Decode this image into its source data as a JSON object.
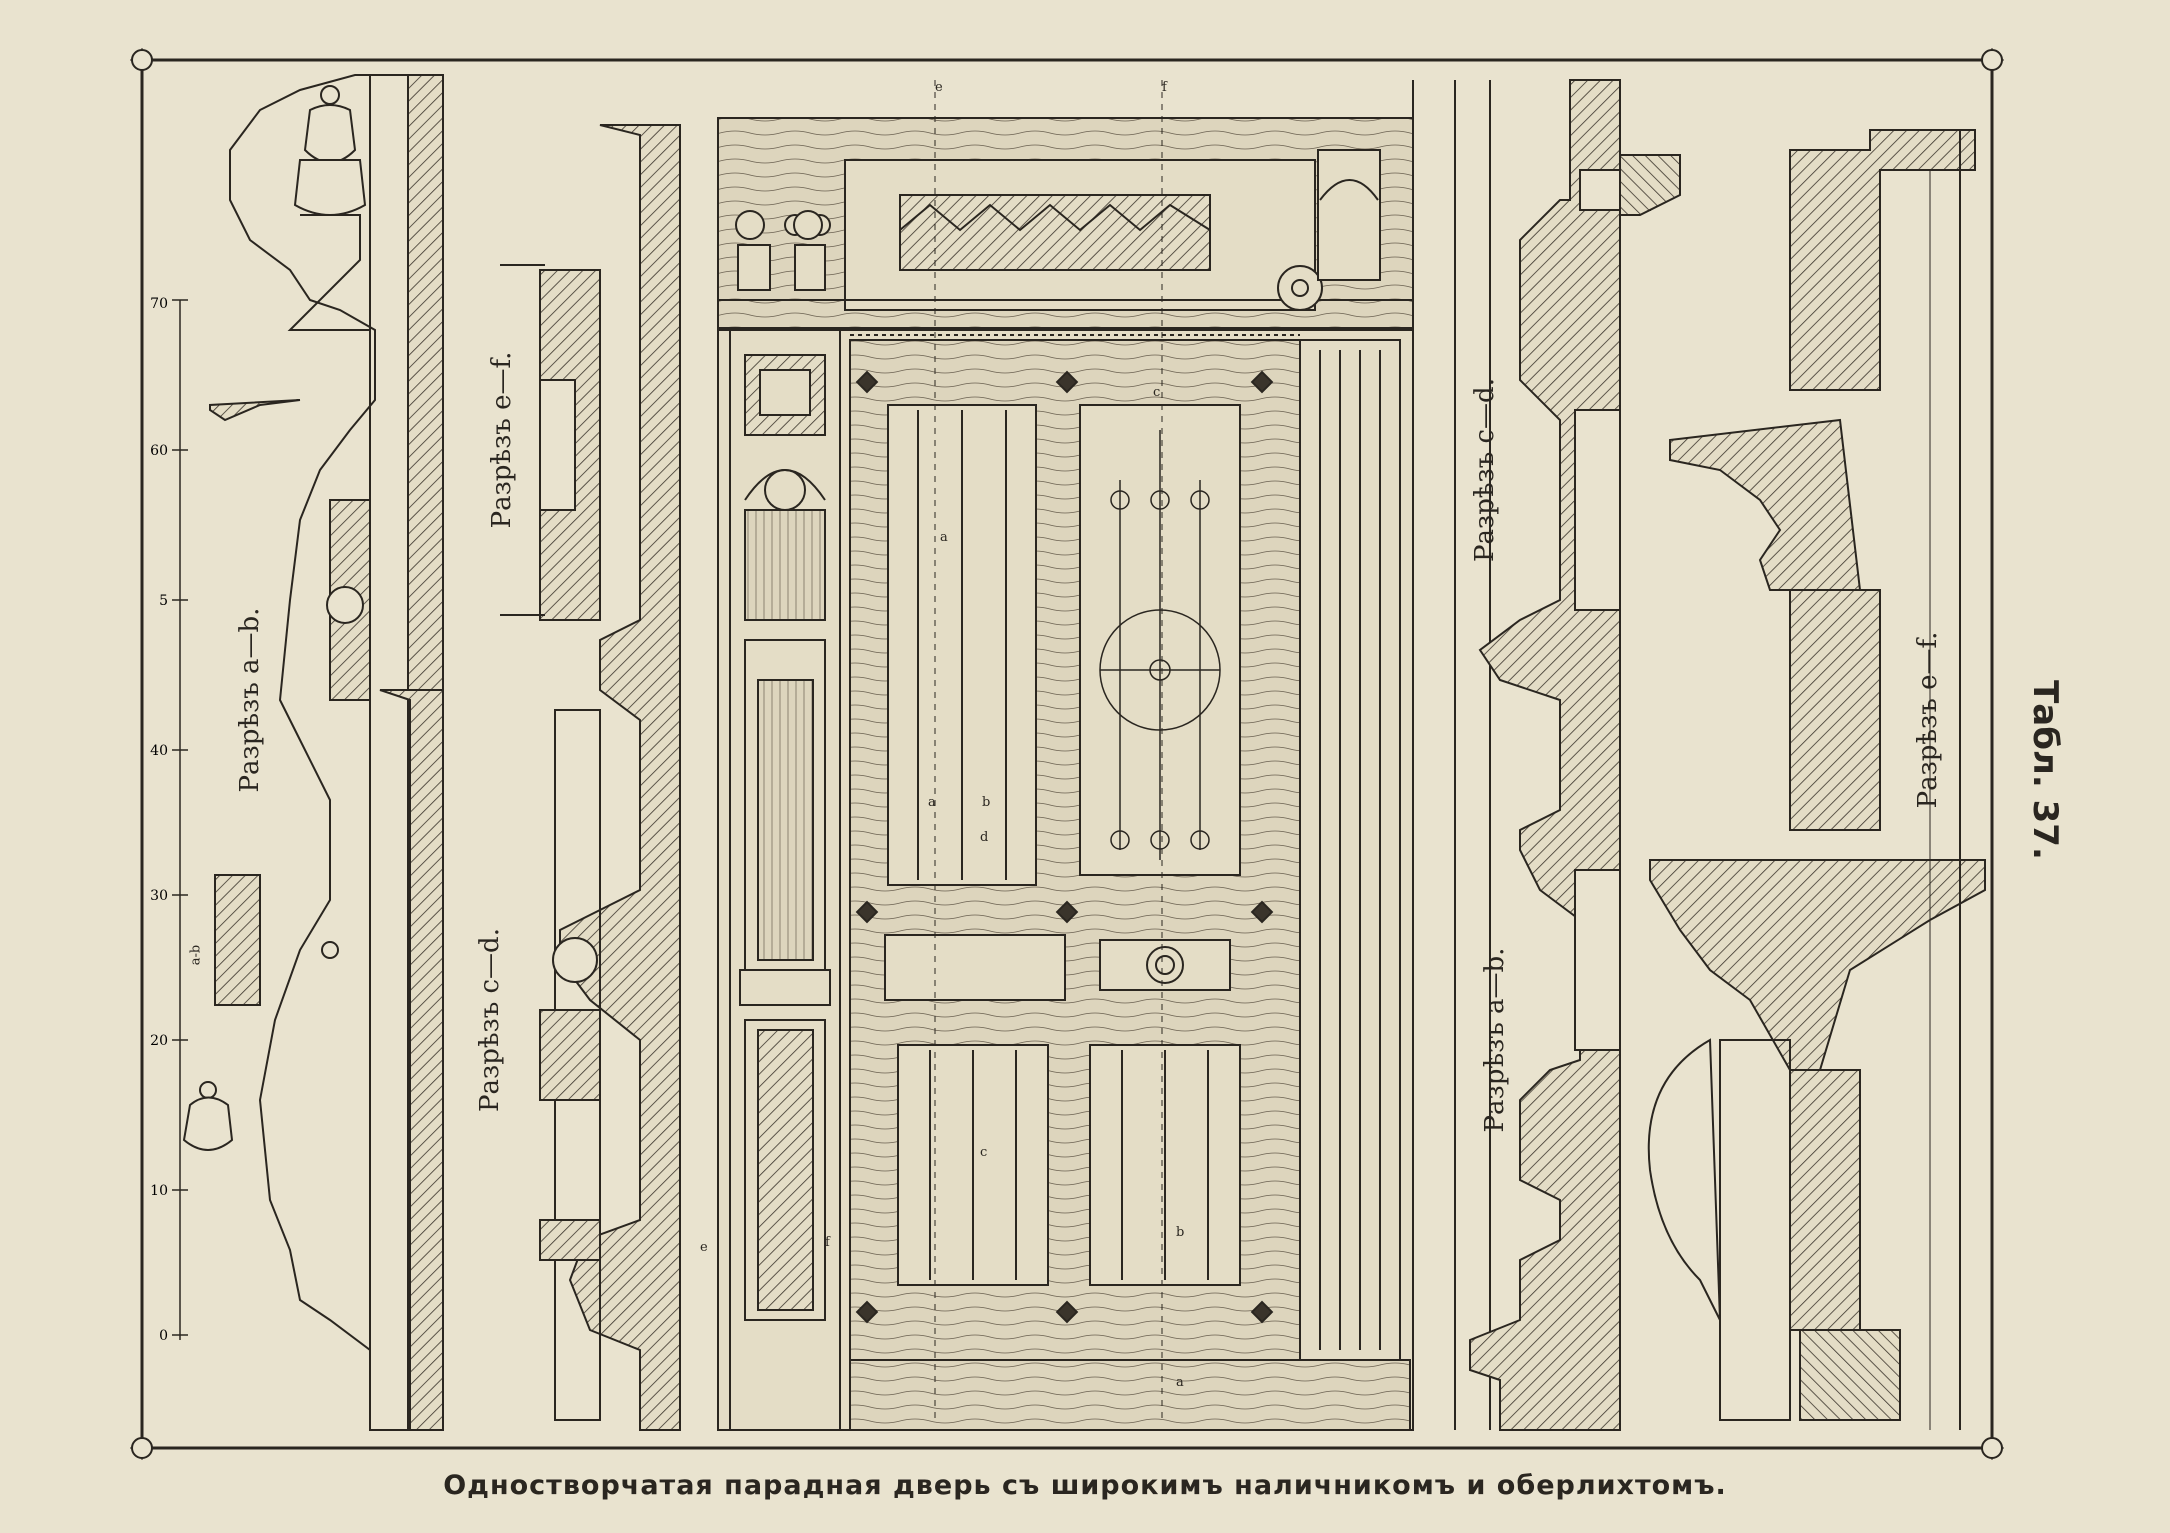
{
  "caption": "Одностворчатая парадная дверь съ широкимъ наличникомъ и оберлихтомъ.",
  "plate": "Табл. 37.",
  "sections": {
    "left_ab": "Разрѣзъ a—b.",
    "left_ef": "Разрѣзъ e—f.",
    "left_cd": "Разрѣзъ c—d.",
    "right_cd": "Разрѣзъ c—d.",
    "right_ab": "Разрѣзъ a—b.",
    "right_ef": "Разрѣзъ e—f."
  },
  "scale_ticks": [
    "70",
    "60",
    "5",
    "40",
    "30",
    "20",
    "10",
    "0"
  ],
  "scale_unit": "cm",
  "inset_label": "a-b",
  "door_letters": {
    "a1": "a",
    "b1": "b",
    "a2": "a",
    "c1": "c",
    "c2": "c",
    "d1": "d",
    "e1": "e",
    "f1": "f",
    "b2": "b",
    "a3": "a",
    "e2": "e",
    "f2": "f"
  }
}
